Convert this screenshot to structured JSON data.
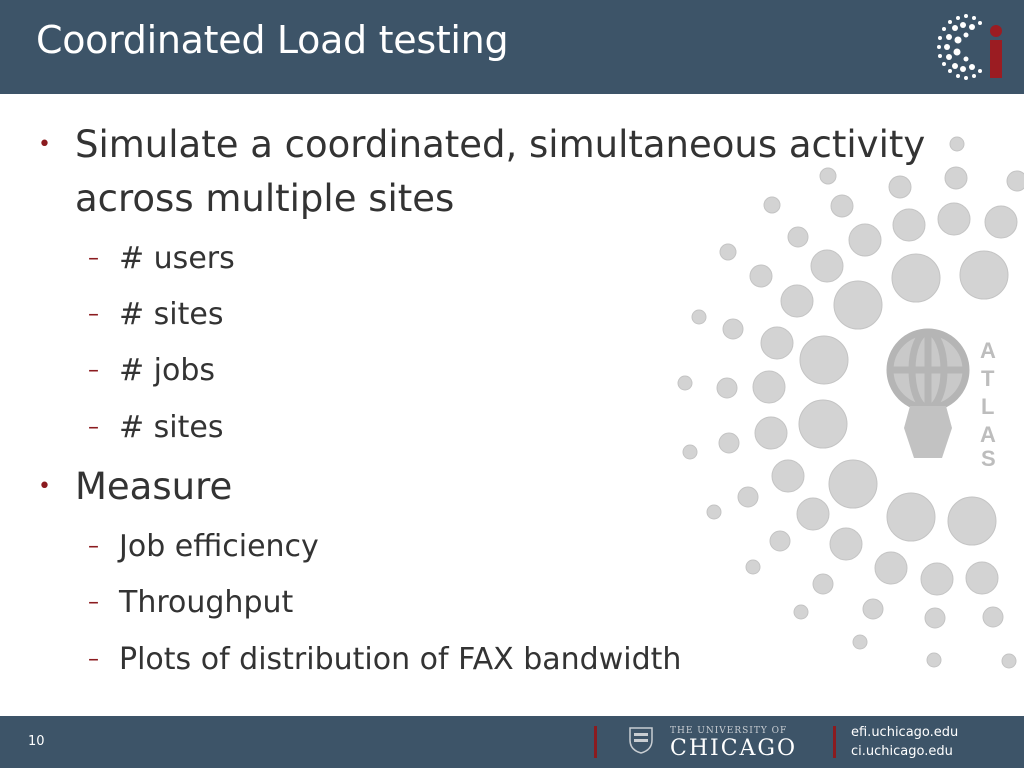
{
  "slide": {
    "title": "Coordinated Load testing",
    "bullets": [
      {
        "text": "Simulate a coordinated, simultaneous activity",
        "continuation": "across multiple sites",
        "subitems": [
          "# users",
          "# sites",
          "# jobs",
          "# sites"
        ]
      },
      {
        "text": "Measure",
        "subitems": [
          "Job efficiency",
          "Throughput",
          "Plots of distribution of FAX bandwidth"
        ]
      }
    ]
  },
  "footer": {
    "page_number": "10",
    "university_small": "THE UNIVERSITY OF",
    "university_big": "CHICAGO",
    "url1": "efi.uchicago.edu",
    "url2": "ci.uchicago.edu"
  },
  "logos": {
    "atlas_letters": [
      "A",
      "T",
      "L",
      "A",
      "S"
    ]
  },
  "colors": {
    "header_bg": "#3d5468",
    "accent_red": "#8b1b1f",
    "text": "#333333",
    "decor_circle": "#d3d3d3"
  },
  "icons": {
    "bullet": "bullet-dot-icon",
    "subbullet": "dash-icon",
    "header_logo": "ci-logo-icon",
    "watermark": "atlas-logo-icon"
  }
}
